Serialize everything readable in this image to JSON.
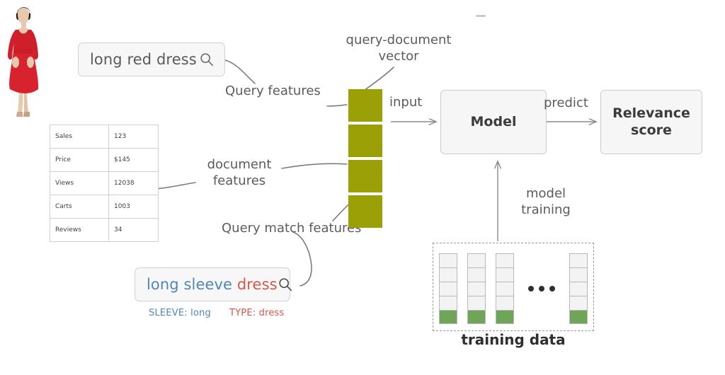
{
  "diagram": {
    "title_label": "query-document\nvector",
    "queries": {
      "top": {
        "text": "long red dress",
        "icon": "search-icon"
      },
      "bottom": {
        "segments": [
          {
            "text": "long sleeve ",
            "color": "#4e87b8"
          },
          {
            "text": "dress",
            "color": "#d6564b"
          }
        ],
        "full_text": "long sleeve dress",
        "icon": "search-icon",
        "annotations": [
          {
            "label": "SLEEVE: long",
            "color": "#4e87b8"
          },
          {
            "label": "TYPE: dress",
            "color": "#d6564b"
          }
        ]
      }
    },
    "product": {
      "image_alt": "red long sleeve dress on model",
      "table_rows": [
        {
          "key": "Sales",
          "value": "123"
        },
        {
          "key": "Price",
          "value": "$145"
        },
        {
          "key": "Views",
          "value": "12038"
        },
        {
          "key": "Carts",
          "value": "1003"
        },
        {
          "key": "Reviews",
          "value": "34"
        }
      ]
    },
    "labels": {
      "query_features": "Query features",
      "document_features": "document\nfeatures",
      "query_match_features": "Query match features",
      "input": "input",
      "predict": "predict",
      "model_training": "model\ntraining"
    },
    "vector": {
      "cell_color": "#9aa005",
      "cell_count": 4
    },
    "boxes": {
      "model": "Model",
      "relevance": "Relevance\nscore"
    },
    "training": {
      "title": "training data",
      "column_count": 4,
      "cells_per_column": 5,
      "filled_color": "#6fa556",
      "empty_color": "#f3f3f3",
      "ellipsis": "•••"
    }
  }
}
